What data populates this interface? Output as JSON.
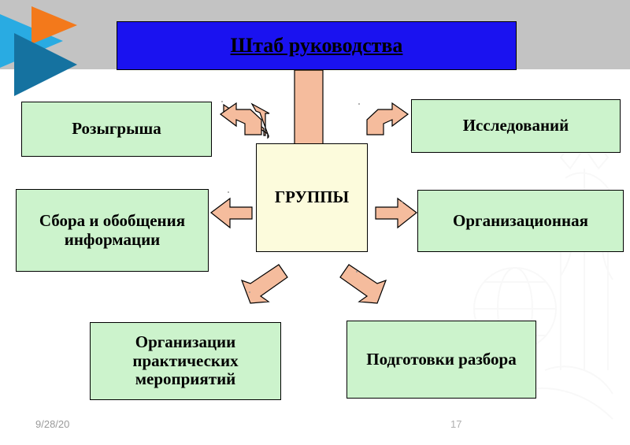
{
  "slide": {
    "title": "Штаб руководства",
    "center_node": "ГРУППЫ",
    "date": "9/28/20",
    "page_number": "17",
    "colors": {
      "header_band": "#c3c3c3",
      "title_box": "#1a12f0",
      "green_box": "#ccf3cc",
      "center_box": "#fcfbdc",
      "arrow": "#f5bc9d",
      "logo_orange": "#f3791b",
      "logo_cyan": "#29abe2",
      "logo_dark_blue": "#1572a0"
    }
  },
  "logo": {
    "triangle_orange": "orange-triangle",
    "triangle_cyan": "cyan-triangle",
    "triangle_dark_blue": "dark-blue-triangle"
  },
  "nodes": [
    {
      "id": "rozygrysha",
      "label": "Розыгрыша"
    },
    {
      "id": "issledovanij",
      "label": "Исследований"
    },
    {
      "id": "sbora",
      "label": "Сбора и обобщения информации"
    },
    {
      "id": "organizacionnaya",
      "label": "Организационная"
    },
    {
      "id": "prakticheskih",
      "label": "Организации практических мероприятий"
    },
    {
      "id": "podgotovki",
      "label": "Подготовки разбора"
    }
  ],
  "arrows": [
    {
      "id": "down-arrow-title-to-center",
      "direction": "down",
      "from": "Штаб руководства",
      "to": "ГРУППЫ"
    },
    {
      "id": "bent-arrow-left-up",
      "direction": "left-up",
      "from": "ГРУППЫ",
      "to": "Розыгрыша"
    },
    {
      "id": "bent-arrow-right-up",
      "direction": "right-up",
      "from": "ГРУППЫ",
      "to": "Исследований"
    },
    {
      "id": "arrow-left",
      "direction": "left",
      "from": "ГРУППЫ",
      "to": "Сбора и обобщения информации"
    },
    {
      "id": "arrow-right",
      "direction": "right",
      "from": "ГРУППЫ",
      "to": "Организационная"
    },
    {
      "id": "arrow-down-left",
      "direction": "down-left",
      "from": "ГРУППЫ",
      "to": "Организации практических мероприятий"
    },
    {
      "id": "arrow-down-right",
      "direction": "down-right",
      "from": "ГРУППЫ",
      "to": "Подготовки разбора"
    }
  ]
}
